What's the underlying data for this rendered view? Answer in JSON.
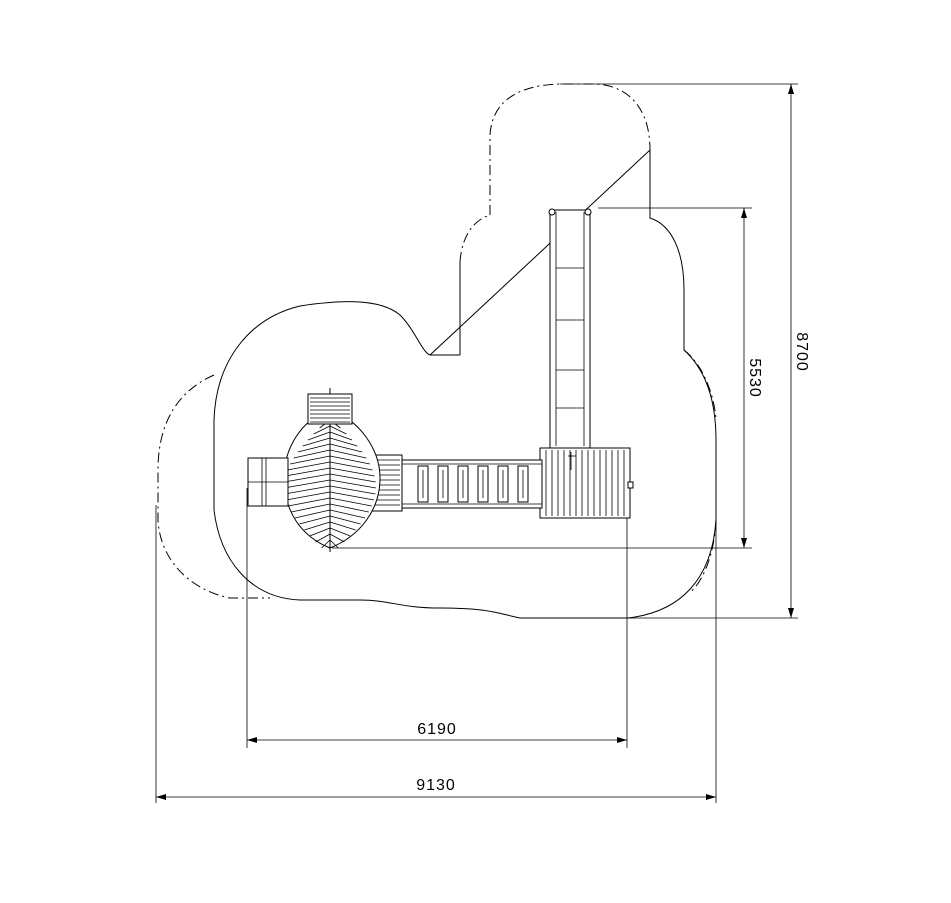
{
  "dimensions": {
    "width_inner": "6190",
    "width_outer": "9130",
    "height_inner": "5530",
    "height_outer": "8700"
  }
}
